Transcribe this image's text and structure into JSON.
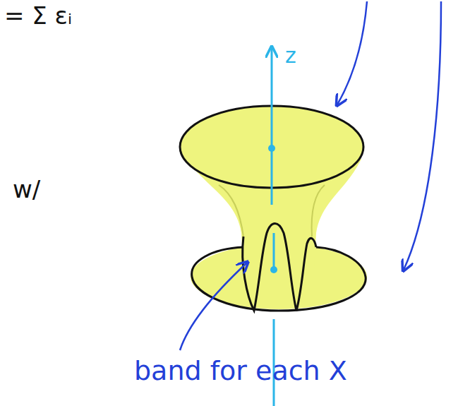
{
  "diagram": {
    "labels": [
      "= Σ εᵢ",
      "z",
      "w/",
      "band for each X"
    ]
  }
}
